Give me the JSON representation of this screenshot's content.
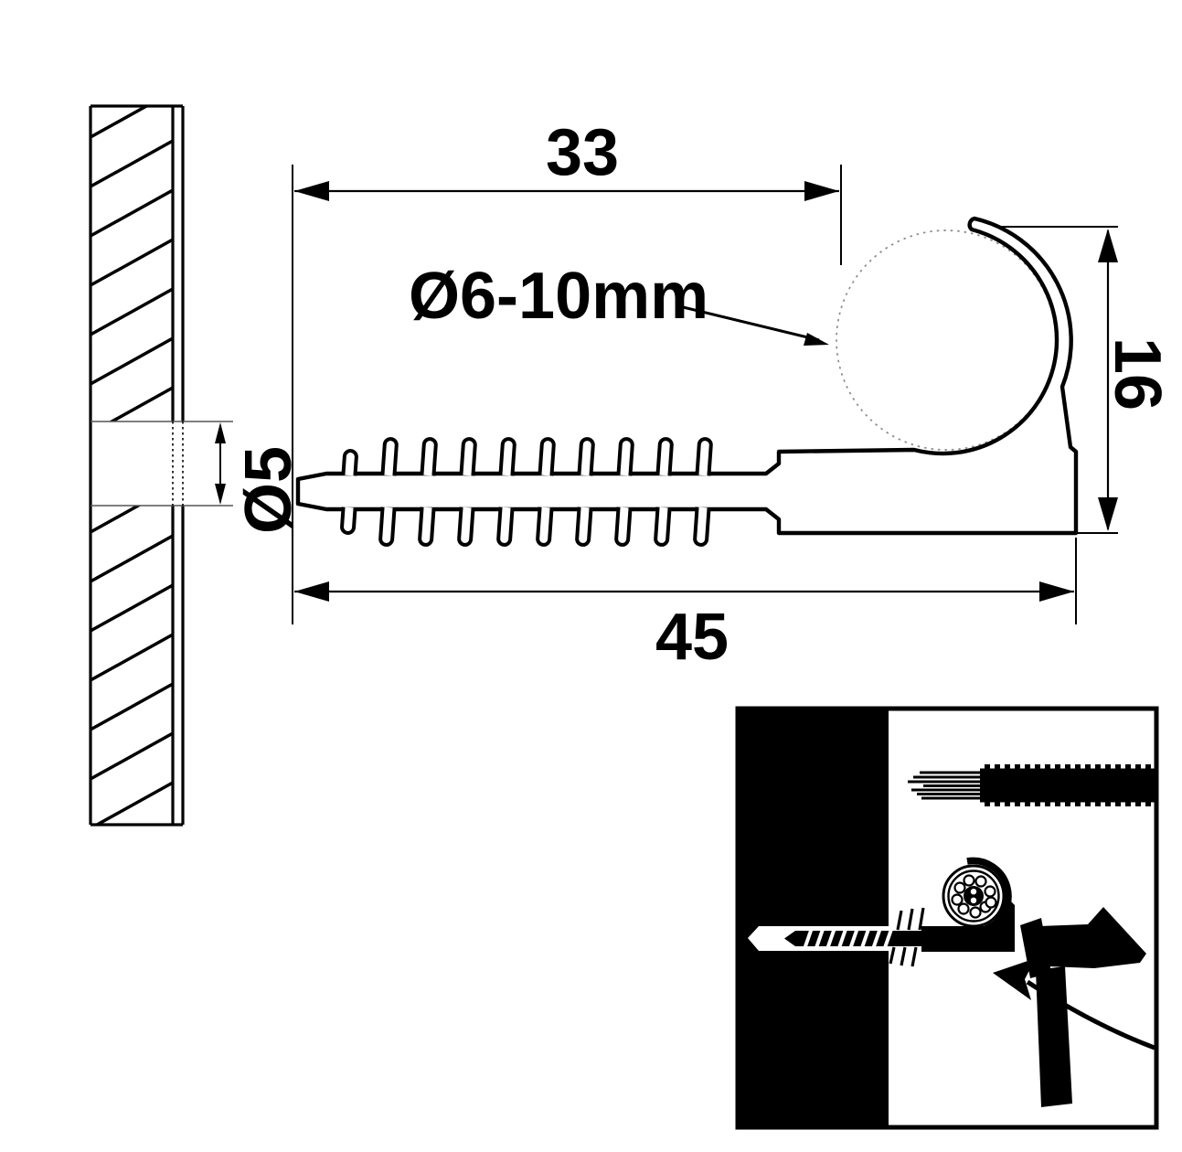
{
  "drawing": {
    "type": "technical-dimension-diagram",
    "subject": "hammer-in cable clip with integrated wall plug",
    "dimensions": {
      "plug_to_hook": "33",
      "overall_length": "45",
      "drill_hole": "Ø5",
      "clip_height": "16",
      "cable_capacity": "Ø6-10mm"
    },
    "colors": {
      "ink": "#000000",
      "paper": "#ffffff",
      "guide_dash": "#8a8a8a"
    }
  },
  "inset": {
    "caption": "",
    "icons": [
      "wall-cross-section",
      "corrugated-cable",
      "cable-clip-head",
      "hammer",
      "swing-arrow"
    ]
  }
}
